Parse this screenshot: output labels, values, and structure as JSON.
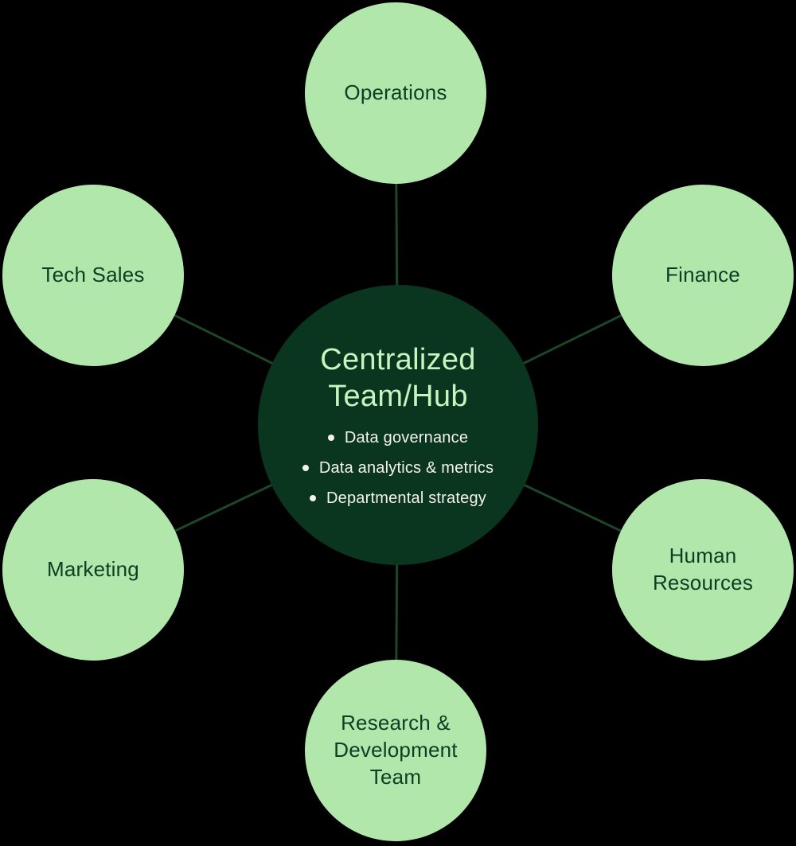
{
  "diagram": {
    "type": "hub-and-spoke",
    "hub": {
      "label": "Centralized Team/Hub",
      "bullets": [
        "Data governance",
        "Data analytics & metrics",
        "Departmental strategy"
      ]
    },
    "spokes": [
      {
        "label": "Operations"
      },
      {
        "label": "Finance"
      },
      {
        "label": "Human Resources"
      },
      {
        "label": "Research & Development Team"
      },
      {
        "label": "Marketing"
      },
      {
        "label": "Tech Sales"
      }
    ],
    "colors": {
      "background": "#000000",
      "hub_fill": "#0a3620",
      "hub_title_text": "#c9f3bf",
      "hub_bullet_text": "#f5f2ea",
      "spoke_fill": "#b1e7ab",
      "spoke_text": "#0e3d24",
      "connector_line": "#1d4628"
    }
  }
}
